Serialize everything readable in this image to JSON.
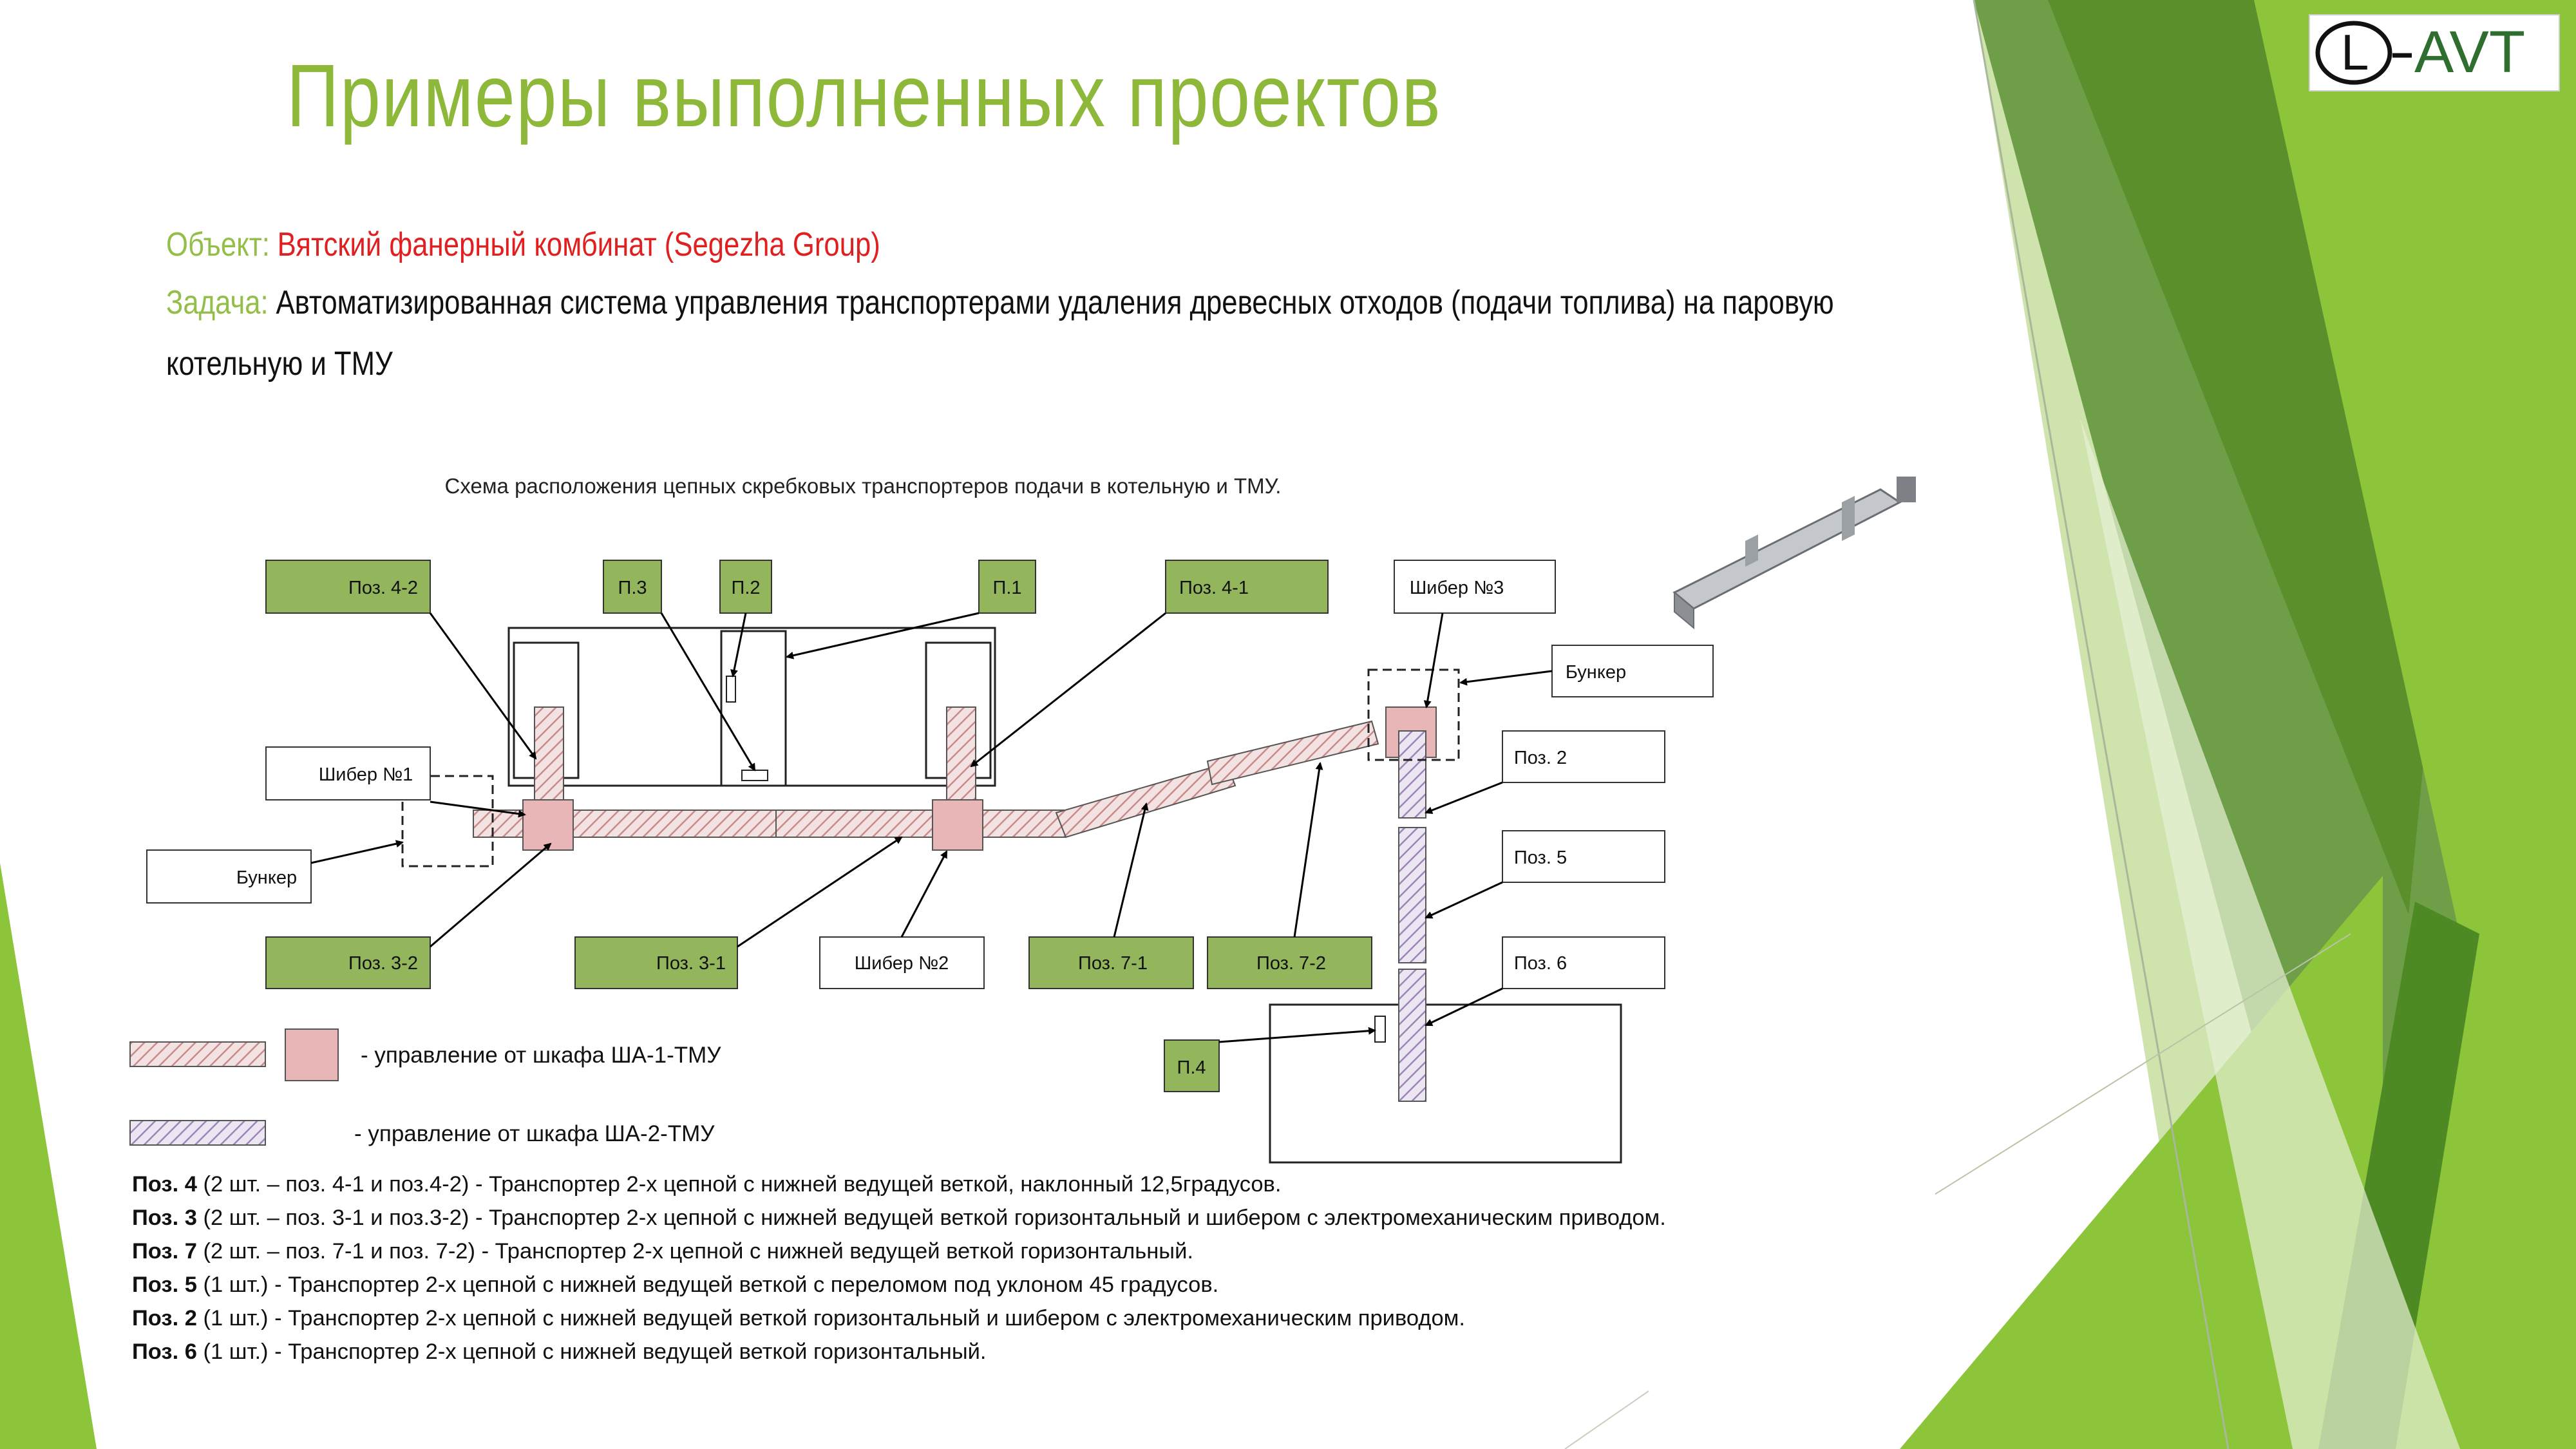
{
  "title": "Примеры выполненных проектов",
  "object_label": "Объект:",
  "object_value": "Вятский фанерный комбинат (Segezha Group)",
  "task_label": "Задача:",
  "task_value_line1": "Автоматизированная система управления транспортерами удаления древесных отходов (подачи топлива) на паровую",
  "task_value_line2": "котельную и ТМУ",
  "logo": {
    "left_letter": "L",
    "right_text": "AVT"
  },
  "diagram": {
    "title": "Схема расположения цепных скребковых транспортеров подачи в котельную и ТМУ.",
    "labels": {
      "pos4_2": "Поз. 4-2",
      "p3": "П.3",
      "p2": "П.2",
      "p1": "П.1",
      "pos4_1": "Поз. 4-1",
      "shiber3": "Шибер №3",
      "bunker_right": "Бункер",
      "shiber1": "Шибер №1",
      "bunker_left": "Бункер",
      "pos2": "Поз. 2",
      "pos5": "Поз. 5",
      "pos3_2": "Поз. 3-2",
      "pos3_1": "Поз. 3-1",
      "shiber2": "Шибер №2",
      "pos7_1": "Поз. 7-1",
      "pos7_2": "Поз. 7-2",
      "pos6": "Поз. 6",
      "p4": "П.4"
    },
    "legend": {
      "sha1": "- управление от шкафа ША-1-ТМУ",
      "sha2": "- управление от шкафа ША-2-ТМУ"
    },
    "notes": [
      {
        "bold": "Поз. 4",
        "text": " (2 шт. – поз. 4-1 и поз.4-2) - Транспортер 2-х цепной с нижней  ведущей веткой, наклонный 12,5градусов."
      },
      {
        "bold": "Поз. 3",
        "text": " (2 шт. – поз. 3-1 и поз.3-2) - Транспортер 2-х цепной  с нижней  ведущей веткой горизонтальный и шибером с электромеханическим приводом."
      },
      {
        "bold": "Поз. 7",
        "text": " (2 шт. – поз. 7-1 и поз. 7-2) - Транспортер 2-х цепной  с нижней  ведущей веткой горизонтальный."
      },
      {
        "bold": "Поз. 5",
        "text": " (1 шт.) - Транспортер 2-х цепной  с нижней  ведущей веткой с переломом под уклоном 45 градусов."
      },
      {
        "bold": "Поз. 2",
        "text": " (1 шт.) - Транспортер 2-х цепной  с нижней  ведущей веткой горизонтальный и шибером с электромеханическим приводом."
      },
      {
        "bold": "Поз. 6",
        "text": " (1 шт.) - Транспортер 2-х цепной  с нижней ведущей веткой горизонтальный."
      }
    ]
  },
  "colors": {
    "title_green": "#8db83a",
    "object_red": "#e02020",
    "label_green": "#93bf48",
    "box_green": "#93b65c",
    "sha1_fill": "#e8b6b6",
    "sha2_fill": "#c9b6d8",
    "dark_green": "#4e8a23",
    "mid_green": "#6e9e45",
    "lime": "#8cc43a"
  }
}
